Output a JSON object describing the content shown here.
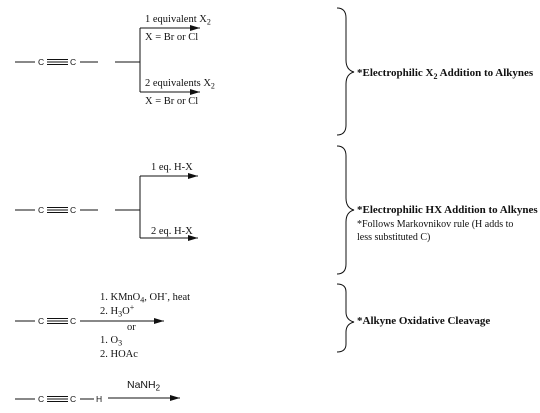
{
  "section1": {
    "alkyne_atom_left": "C",
    "alkyne_atom_right": "C",
    "top_reagent": {
      "prefix": "1 equivalent X",
      "sub": "2"
    },
    "top_condition": "X = Br or Cl",
    "bottom_reagent": {
      "prefix": "2 equivalents X",
      "sub": "2"
    },
    "bottom_condition": "X = Br or Cl",
    "heading": {
      "prefix": "*Electrophilic X",
      "sub": "2",
      "suffix": " Addition to Alkynes"
    }
  },
  "section2": {
    "alkyne_atom_left": "C",
    "alkyne_atom_right": "C",
    "top_reagent": "1 eq. H-X",
    "bottom_reagent": "2 eq. H-X",
    "heading": "*Electrophilic HX Addition to Alkynes",
    "note_line1": "*Follows Markovnikov rule (H adds to",
    "note_line2": "less substituted C)"
  },
  "section3": {
    "alkyne_atom_left": "C",
    "alkyne_atom_right": "C",
    "step1": {
      "a": "1. KMnO",
      "a_sub": "4",
      "b": ", OH",
      "b_sup": "-",
      "c": ", heat"
    },
    "step2": {
      "a": "2. H",
      "a_sub": "3",
      "b": "O",
      "b_sup": "+"
    },
    "or": "or",
    "alt_step1": {
      "a": "1. O",
      "a_sub": "3"
    },
    "alt_step2": "2. HOAc",
    "heading": "*Alkyne Oxidative Cleavage"
  },
  "section4": {
    "alkyne_atom_left": "C",
    "alkyne_atom_right": "C",
    "terminal_atom": "H",
    "reagent": {
      "prefix": "NaNH",
      "sub": "2"
    }
  }
}
